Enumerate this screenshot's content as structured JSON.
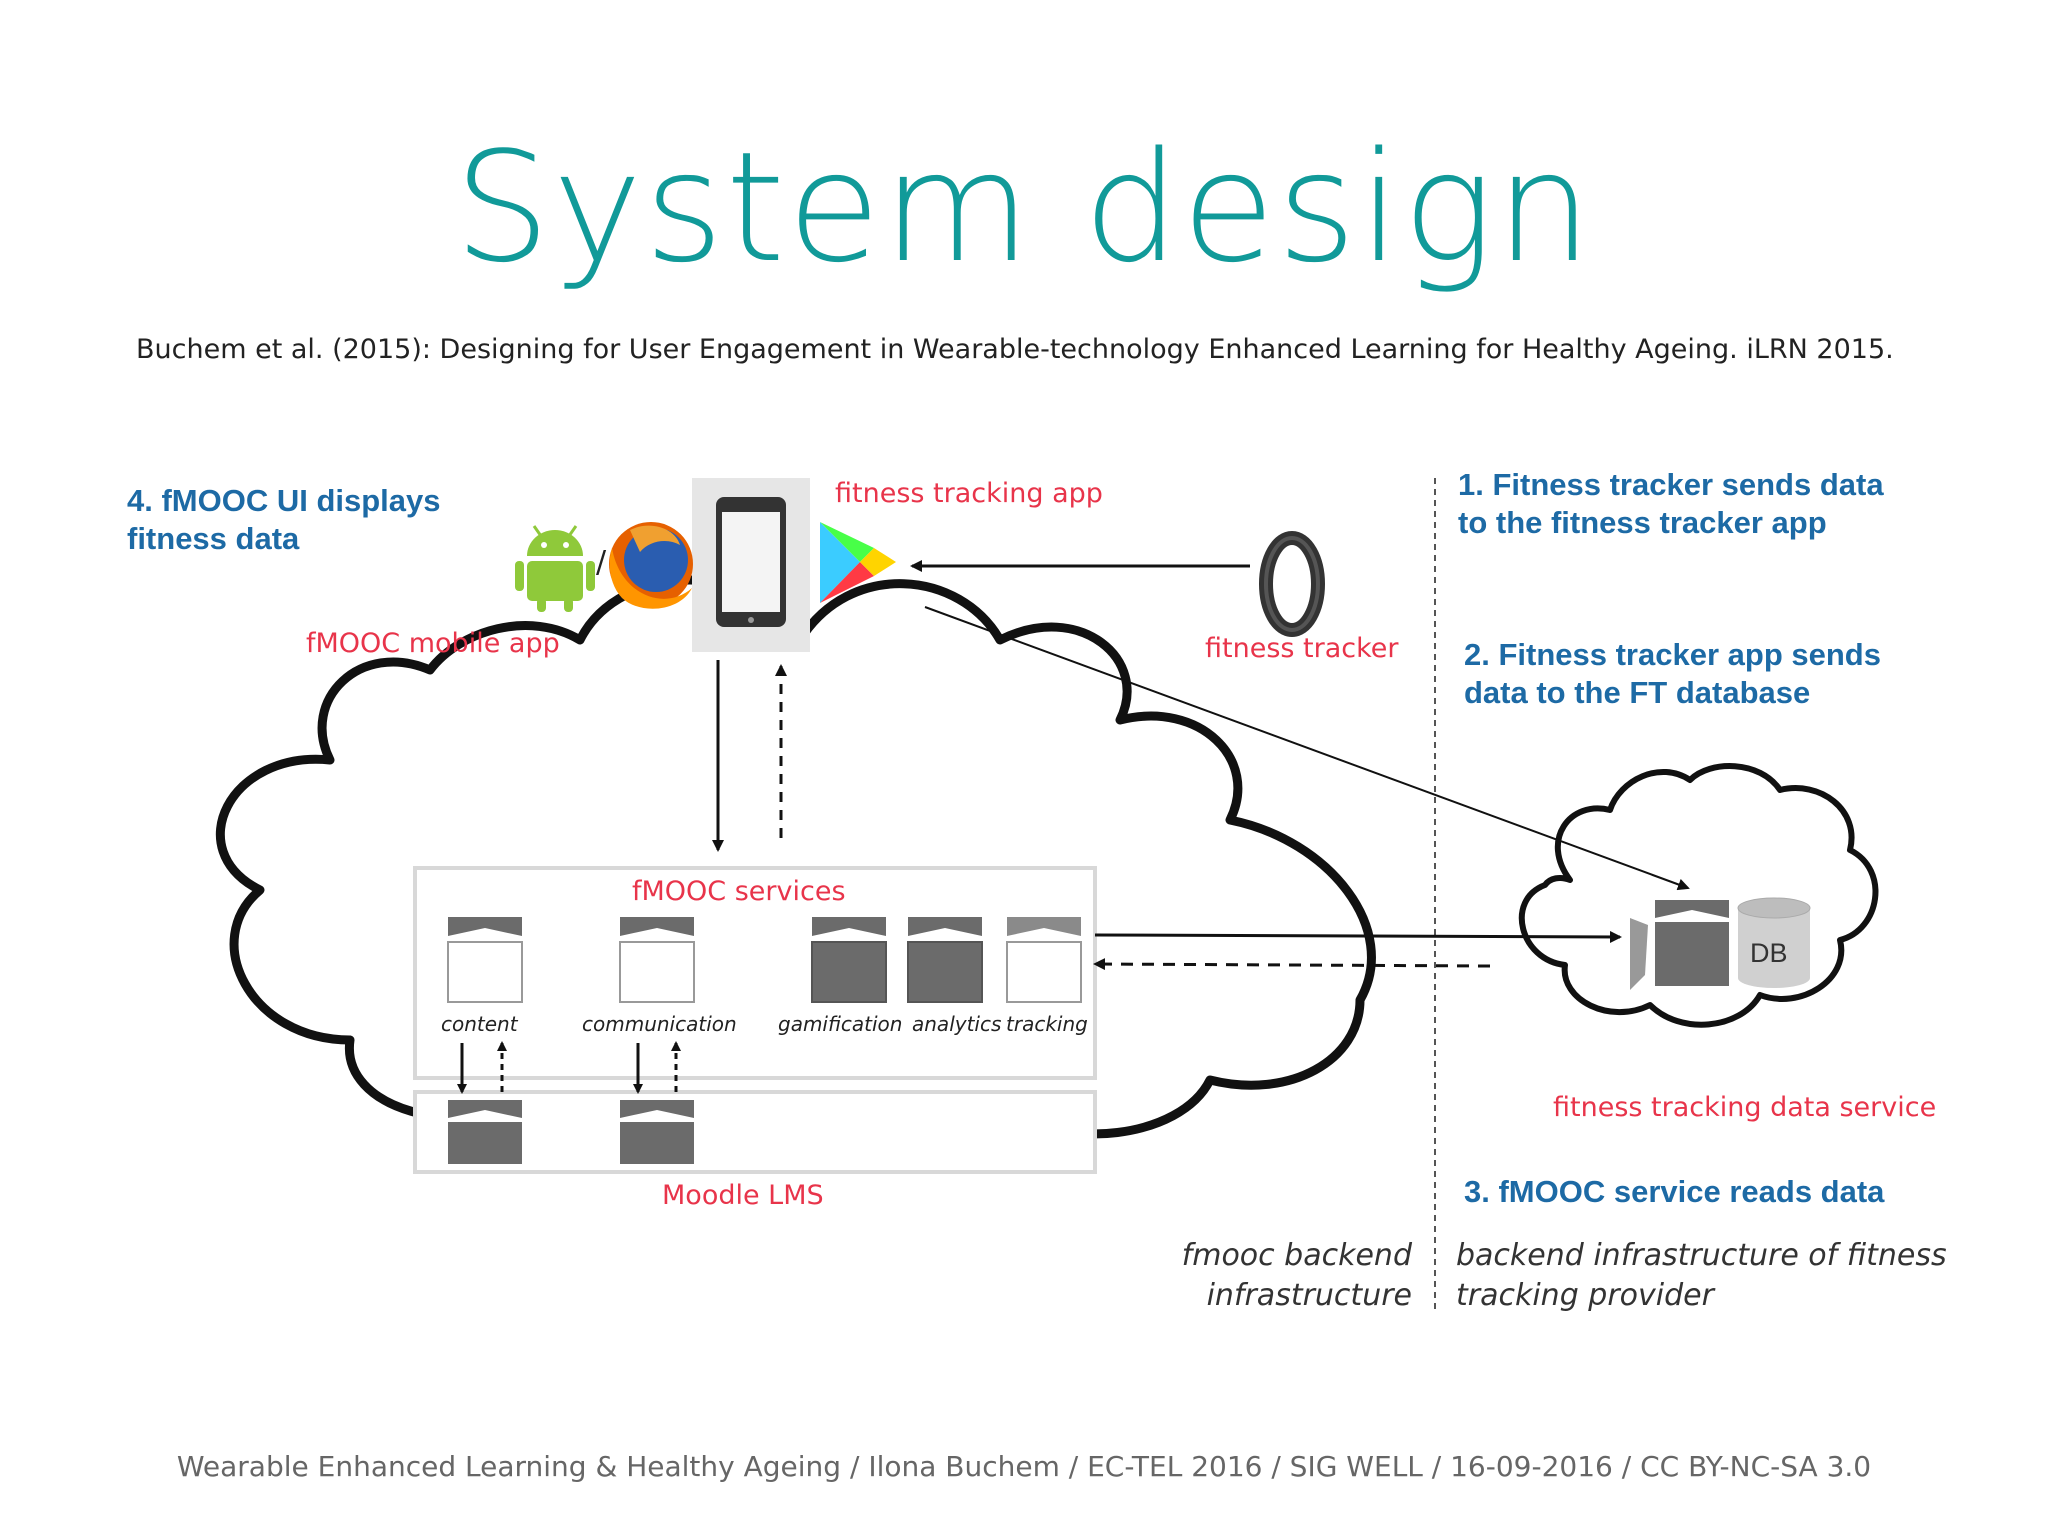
{
  "slide": {
    "title": "System design",
    "citation": "Buchem et al. (2015): Designing for User Engagement in Wearable-technology Enhanced Learning for Healthy Ageing. iLRN 2015.",
    "footer": "Wearable Enhanced Learning & Healthy Ageing / Ilona Buchem / EC-TEL 2016 / SIG WELL / 16-09-2016 / CC BY-NC-SA 3.0"
  },
  "steps": {
    "step1": [
      "1. Fitness tracker sends data",
      "to the fitness tracker app"
    ],
    "step2": [
      "2. Fitness tracker app sends",
      "data to the FT database"
    ],
    "step3": "3. fMOOC service reads data",
    "step4": [
      "4. fMOOC UI displays",
      "fitness data"
    ]
  },
  "diagram": {
    "fitness_tracking_app": "fitness tracking app",
    "fitness_tracker": "fitness tracker",
    "mobile_app": "fMOOC mobile app",
    "separator": "/",
    "services_title": "fMOOC services",
    "services": [
      "content",
      "communication",
      "gamification",
      "analytics",
      "tracking"
    ],
    "lms": "Moodle LMS",
    "db": "DB",
    "data_service": "fitness tracking data service",
    "fmooc_infra": [
      "fmooc backend",
      "infrastructure"
    ],
    "provider_infra": [
      "backend infrastructure of fitness",
      "tracking provider"
    ]
  },
  "colors": {
    "title": "#119a99",
    "step_text": "#1d6aa5",
    "red_label": "#e8344a",
    "dark_box": "#6b6b6b"
  },
  "icons": [
    "android-icon",
    "firefox-icon",
    "smartphone-icon",
    "play-store-icon",
    "fitness-band-icon",
    "database-icon"
  ]
}
